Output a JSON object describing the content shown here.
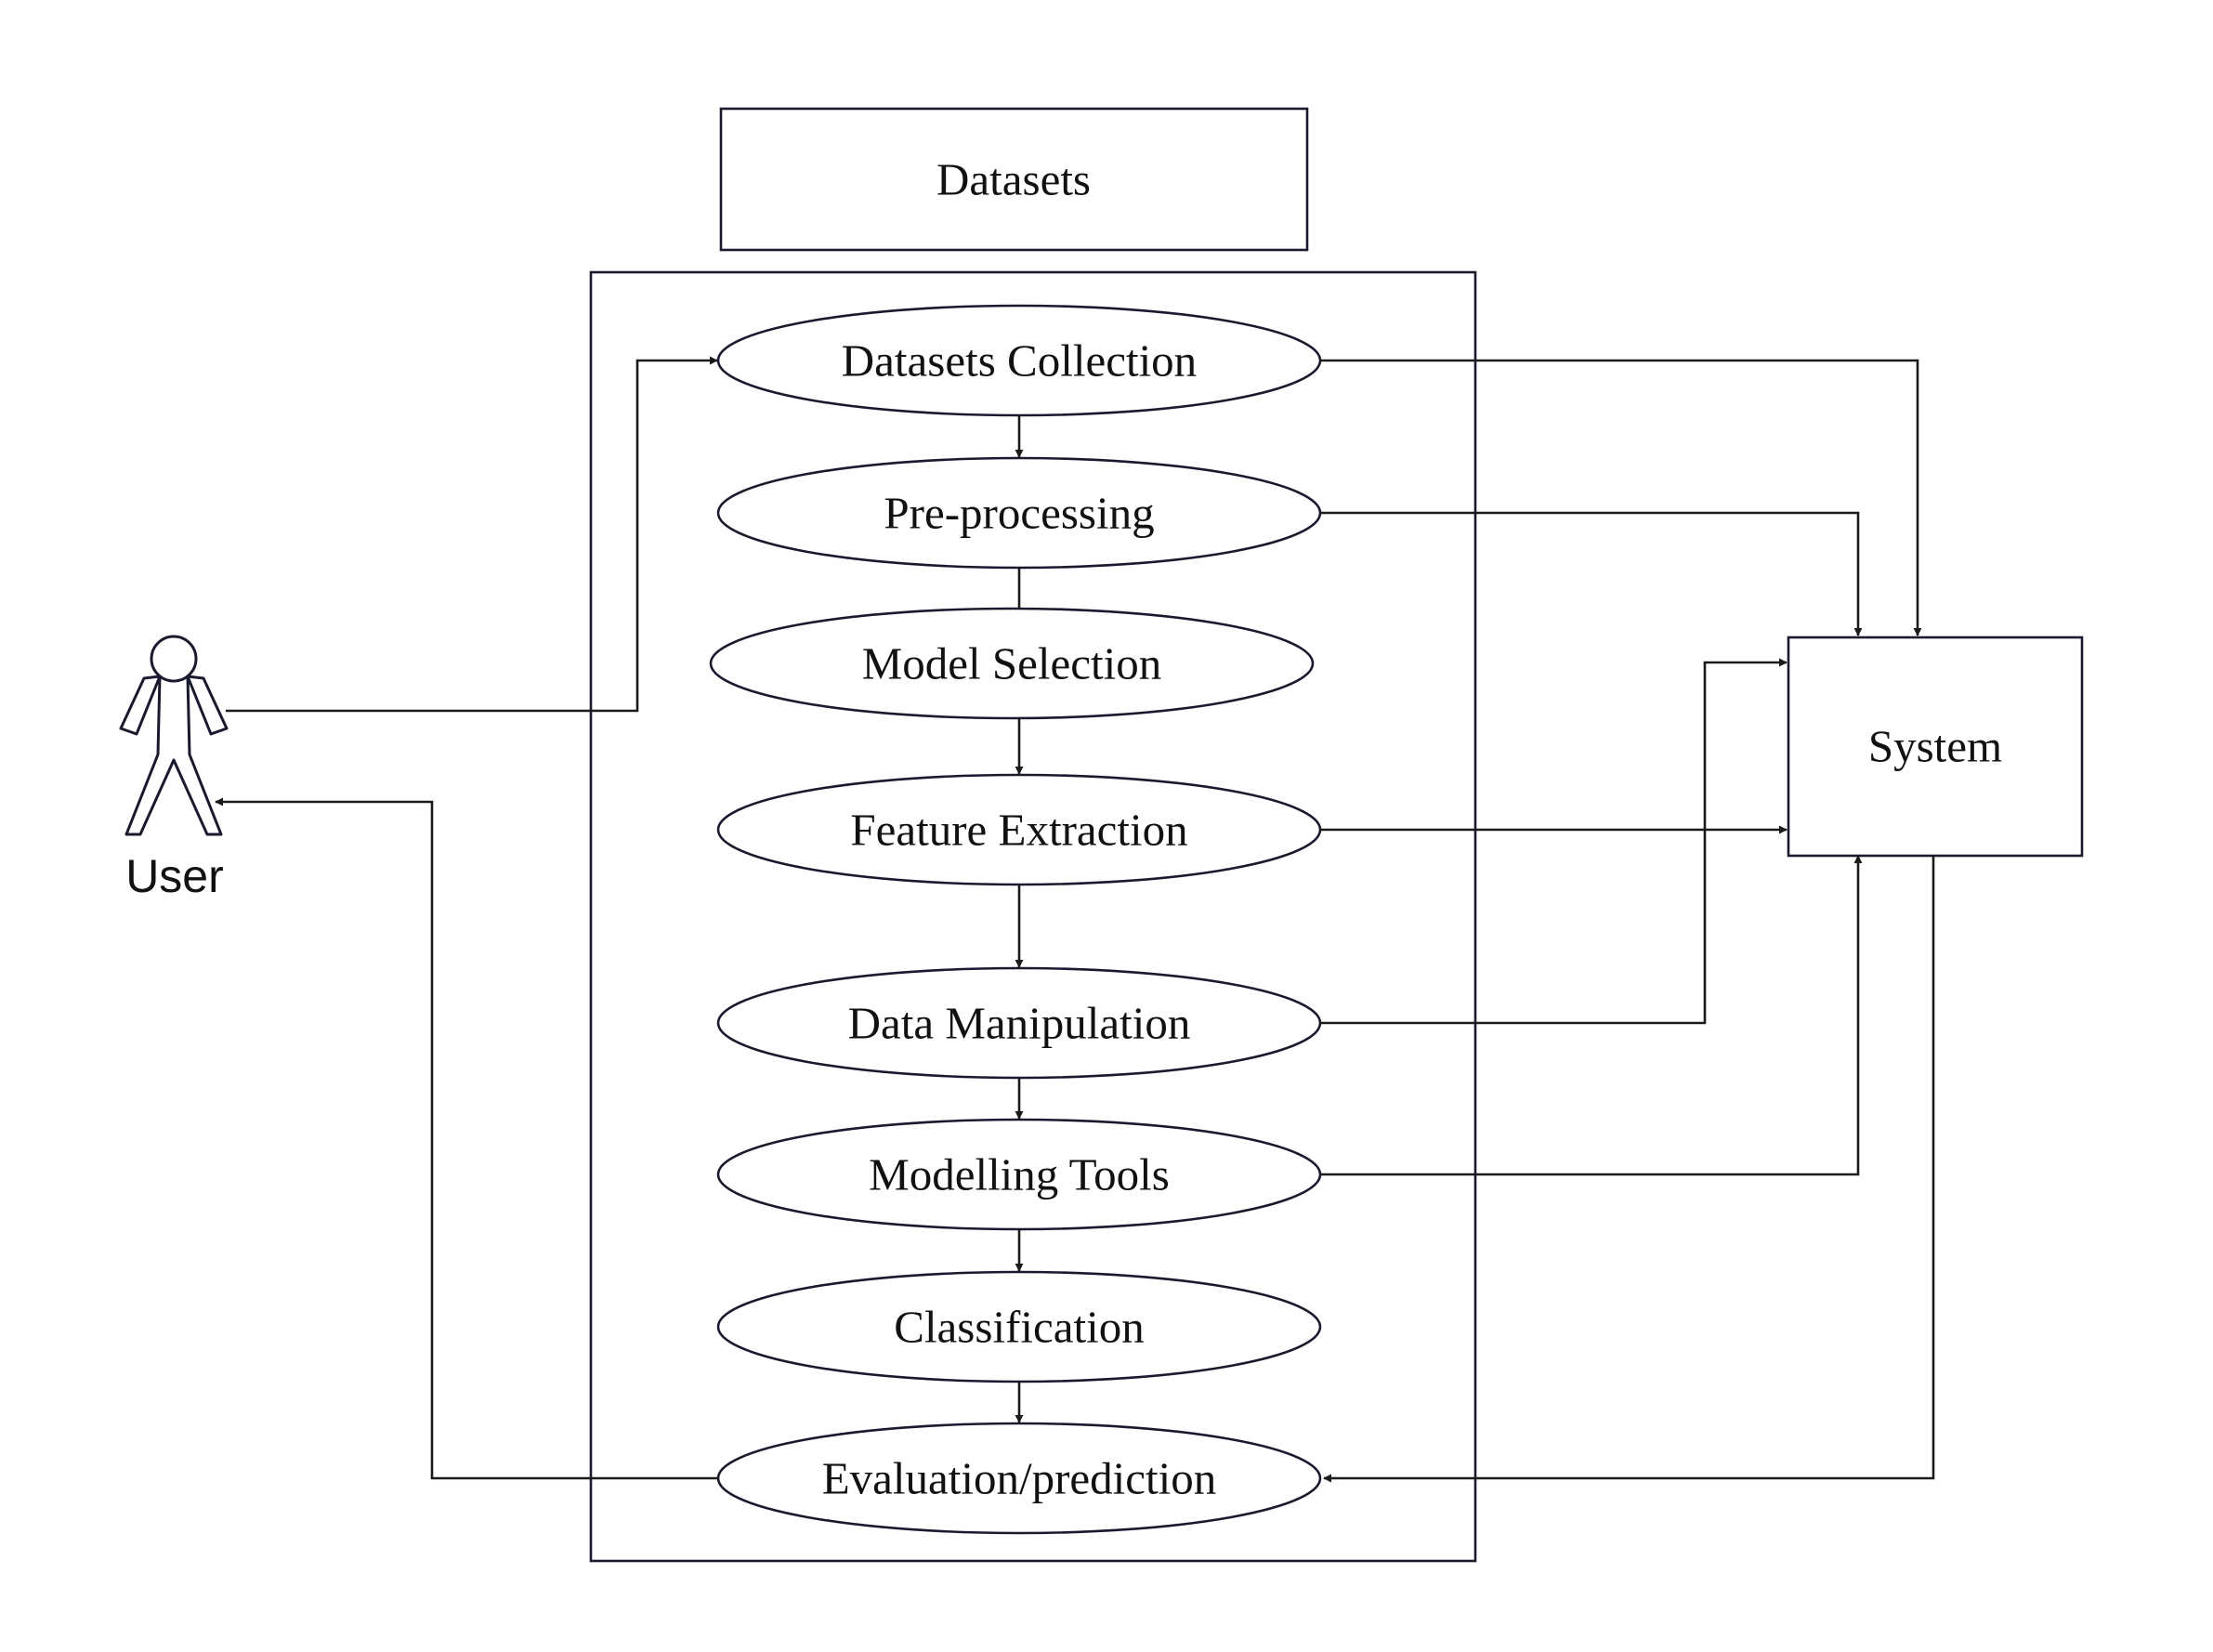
{
  "diagram": {
    "top_box": "Datasets",
    "actor": "User",
    "system": "System",
    "steps": [
      "Datasets Collection",
      "Pre-processing",
      "Model Selection",
      "Feature Extraction",
      "Data Manipulation",
      "Modelling Tools",
      "Classification",
      "Evaluation/prediction"
    ]
  }
}
